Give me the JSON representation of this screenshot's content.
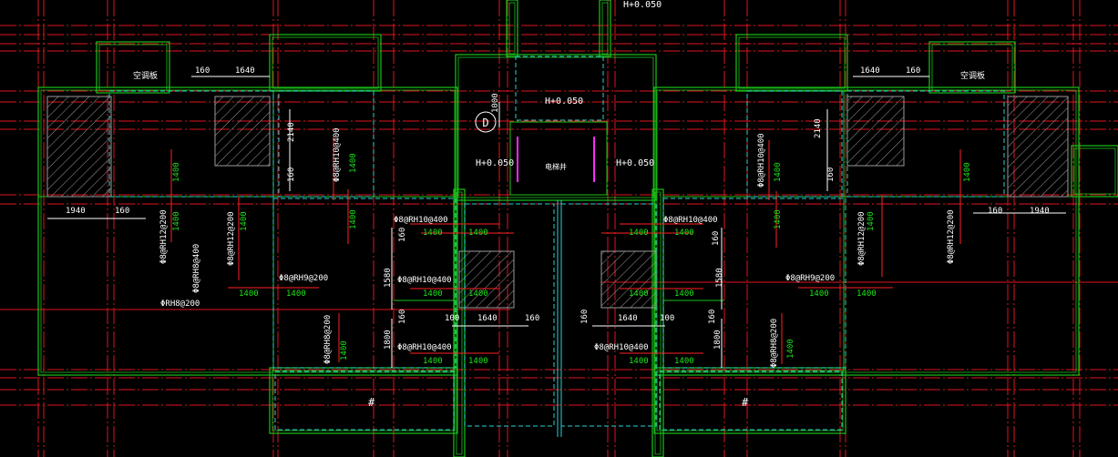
{
  "drawing": {
    "background": "#000000",
    "colors": {
      "wall": "#19c219",
      "grid": "#e0141e",
      "rebar": "#ff2020",
      "cyan": "#2ad2d2",
      "dim": "#ffffff",
      "green_text": "#19e619",
      "magenta": "#ff28ff"
    },
    "axis_bubble": "D",
    "elevations": [
      "H+0.050",
      "H+0.050",
      "H+0.050",
      "H+0.050"
    ],
    "room_labels": [
      "空调板",
      "空调板",
      "电梯井"
    ],
    "rebar_callouts": [
      "Φ8@RH10@400",
      "Φ8@RH10@400",
      "Φ8@RH10@400",
      "Φ8@RH10@400",
      "Φ8@RH10@400",
      "Φ8@RH10@400",
      "Φ8@RH12@200",
      "Φ8@RH12@200",
      "Φ8@RH12@200",
      "Φ8@RH12@200",
      "Φ8@RH9@200",
      "Φ8@RH9@200",
      "Φ8@RH8@200",
      "Φ8@RH8@200",
      "Φ8@RH8@400",
      "ΦRH8@200",
      "Φ8@RH10@400",
      "Φ8@RH10@400"
    ],
    "lengths": [
      "1400"
    ],
    "dimensions": [
      "160",
      "1640",
      "1940",
      "2140",
      "1000",
      "1580",
      "1800",
      "100",
      "160"
    ],
    "hash_marks": [
      "#",
      "#"
    ]
  }
}
